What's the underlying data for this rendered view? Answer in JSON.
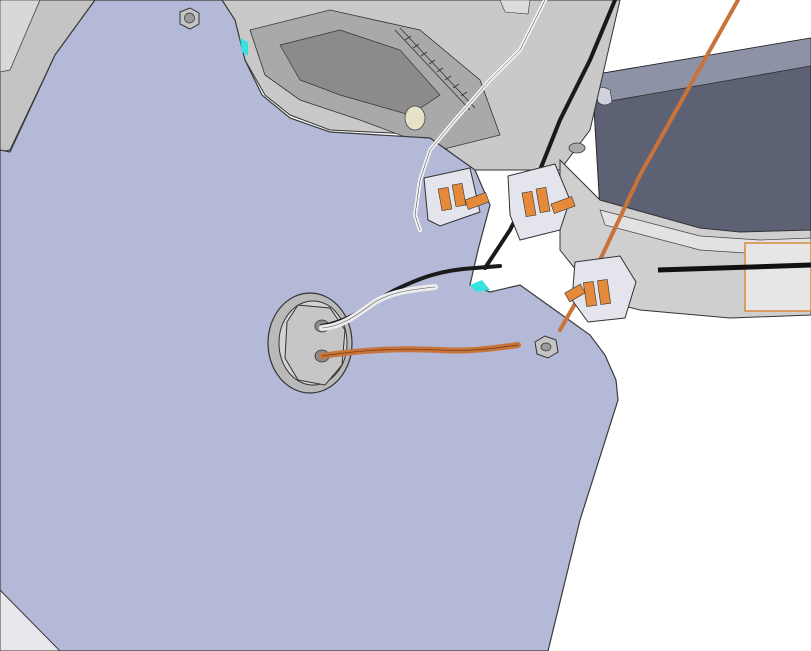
{
  "scene": {
    "view": "cad-3d-assembly",
    "background_color": "#ffffff",
    "colors": {
      "panel": "#b3b9d6",
      "panel_edge": "#3a3a3a",
      "housing": "#c8c8c8",
      "housing_dark": "#7d7d7d",
      "side_panel": "#5d6174",
      "copper_wire": "#c8733a",
      "black_wire": "#1a1a1a",
      "white_wire": "#f4f4f4",
      "connector_body": "#e3e4ec",
      "connector_contact": "#e58a3a",
      "highlight": "#38e0e0",
      "nut": "#c4c4c4"
    },
    "parts": [
      {
        "name": "mounting-panel",
        "icon": "panel-icon"
      },
      {
        "name": "upper-housing",
        "icon": "housing-icon"
      },
      {
        "name": "grommet",
        "icon": "grommet-icon"
      },
      {
        "name": "wire-connector",
        "icon": "connector-icon",
        "count": 3
      },
      {
        "name": "hex-nut",
        "icon": "nut-icon",
        "count": 2
      },
      {
        "name": "copper-wire",
        "icon": "wire-icon"
      },
      {
        "name": "black-wire",
        "icon": "wire-icon"
      },
      {
        "name": "white-wire",
        "icon": "wire-icon"
      }
    ]
  }
}
